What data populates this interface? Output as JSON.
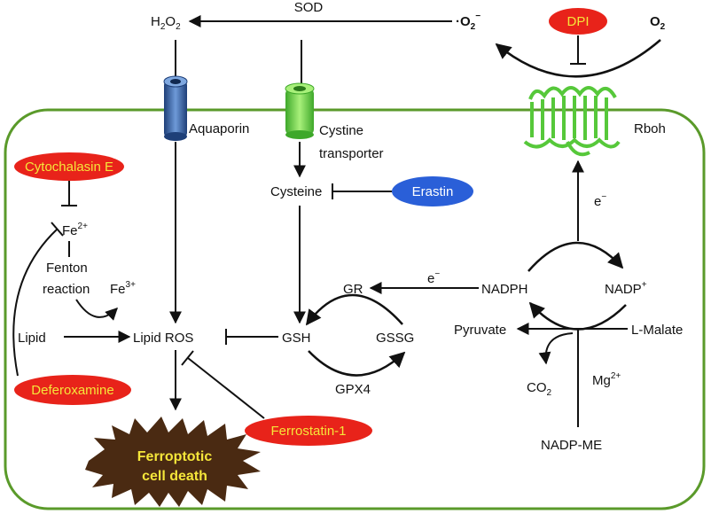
{
  "colors": {
    "cell_membrane": "#5a9a2a",
    "inhibitor_fill": "#e8231a",
    "inhibitor_text": "#f5e63a",
    "erastin_fill": "#2a5fd8",
    "erastin_text": "#ffffff",
    "aquaporin": "#3c6fb4",
    "cystine_transporter": "#6ad640",
    "rboh": "#56c83a",
    "cell_death_fill": "#4a2a12",
    "cell_death_text": "#f5e63a"
  },
  "icons": [
    "aquaporin-channel-icon",
    "cystine-transporter-icon",
    "rboh-helix-icon",
    "cell-death-burst-icon"
  ],
  "labels": {
    "h2o2": {
      "main": "H",
      "sub1": "2",
      "mid": "O",
      "sub2": "2"
    },
    "sod": "SOD",
    "superoxide": {
      "main": "·O",
      "sub": "2",
      "sup": "−"
    },
    "o2": {
      "main": "O",
      "sub": "2"
    },
    "aquaporin": "Aquaporin",
    "cystine_transporter": [
      "Cystine",
      "transporter"
    ],
    "rboh": "Rboh",
    "cysteine": "Cysteine",
    "fe2": {
      "main": "Fe",
      "sup": "2+"
    },
    "fe3": {
      "main": "Fe",
      "sup": "3+"
    },
    "fenton": [
      "Fenton",
      "reaction"
    ],
    "lipid": "Lipid",
    "lipid_ros": "Lipid ROS",
    "gsh": "GSH",
    "gssg": "GSSG",
    "gr": "GR",
    "gpx4": "GPX4",
    "electron_top": {
      "main": "e",
      "sup": "−"
    },
    "electron_gr": {
      "main": "e",
      "sup": "−"
    },
    "nadph": "NADPH",
    "nadp_plus": {
      "main": "NADP",
      "sup": "+"
    },
    "pyruvate": "Pyruvate",
    "l_malate": "L-Malate",
    "co2": {
      "main": "CO",
      "sub": "2"
    },
    "mg2": {
      "main": "Mg",
      "sup": "2+"
    },
    "nadp_me": "NADP-ME",
    "cell_death": [
      "Ferroptotic",
      "cell death"
    ]
  },
  "inhibitors": {
    "dpi": "DPI",
    "cytochalasin_e": "Cytochalasin E",
    "erastin": "Erastin",
    "deferoxamine": "Deferoxamine",
    "ferrostatin": "Ferrostatin-1"
  }
}
